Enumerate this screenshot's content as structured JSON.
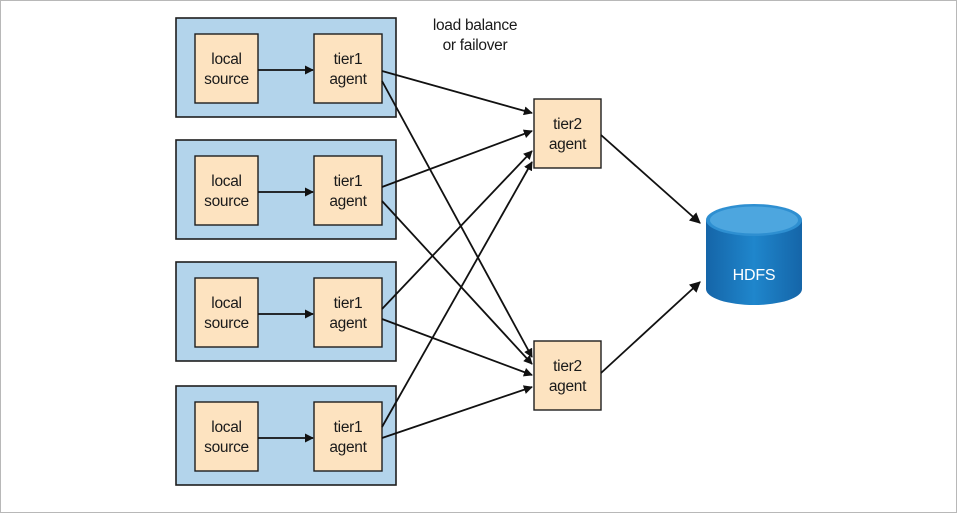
{
  "diagram": {
    "note": {
      "line1": "load balance",
      "line2": "or failover"
    },
    "groups": [
      {
        "source": {
          "line1": "local",
          "line2": "source"
        },
        "agent": {
          "line1": "tier1",
          "line2": "agent"
        }
      },
      {
        "source": {
          "line1": "local",
          "line2": "source"
        },
        "agent": {
          "line1": "tier1",
          "line2": "agent"
        }
      },
      {
        "source": {
          "line1": "local",
          "line2": "source"
        },
        "agent": {
          "line1": "tier1",
          "line2": "agent"
        }
      },
      {
        "source": {
          "line1": "local",
          "line2": "source"
        },
        "agent": {
          "line1": "tier1",
          "line2": "agent"
        }
      }
    ],
    "tier2": [
      {
        "line1": "tier2",
        "line2": "agent"
      },
      {
        "line1": "tier2",
        "line2": "agent"
      }
    ],
    "storage": {
      "label": "HDFS"
    },
    "colors": {
      "group_fill": "#b3d4eb",
      "node_fill": "#fde3c0",
      "db_blue": "#1a7ac1",
      "db_top": "#4aa3dc"
    }
  }
}
